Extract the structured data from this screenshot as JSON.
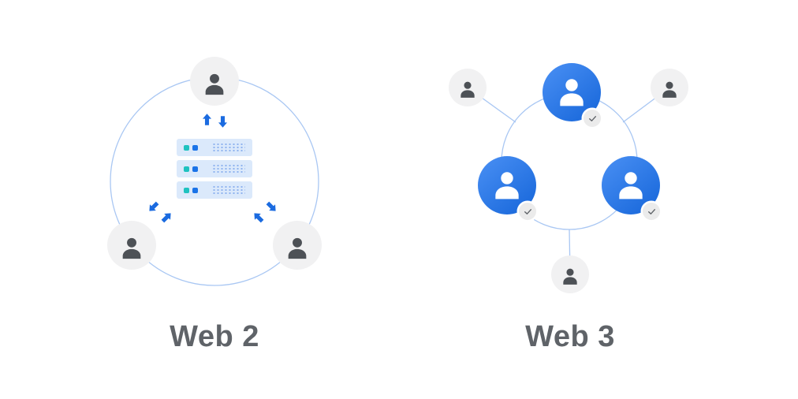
{
  "diagram": {
    "panels": {
      "web2": {
        "label": "Web 2",
        "users": 3,
        "servers": 3
      },
      "web3": {
        "label": "Web 3",
        "validated_nodes": 3,
        "users": 3
      }
    },
    "icons": {
      "user": "user-icon",
      "server": "server-icon",
      "check": "check-icon",
      "arrow_up": "arrow-up-icon",
      "arrow_down": "arrow-down-icon"
    },
    "colors": {
      "background": "#ffffff",
      "ring_stroke": "#a9c7f3",
      "node_gradient_start": "#4a90f4",
      "node_gradient_end": "#1565d9",
      "avatar_background": "#f1f1f2",
      "avatar_icon": "#4d5156",
      "server_background": "#dbe9fb",
      "server_led_teal": "#1fc2c0",
      "server_led_blue": "#1a73e8",
      "server_dots": "#8fb3ef",
      "arrow": "#1b6be0",
      "label_text": "#5f6368",
      "badge_background": "#ebebeb",
      "badge_check": "#606469"
    }
  }
}
